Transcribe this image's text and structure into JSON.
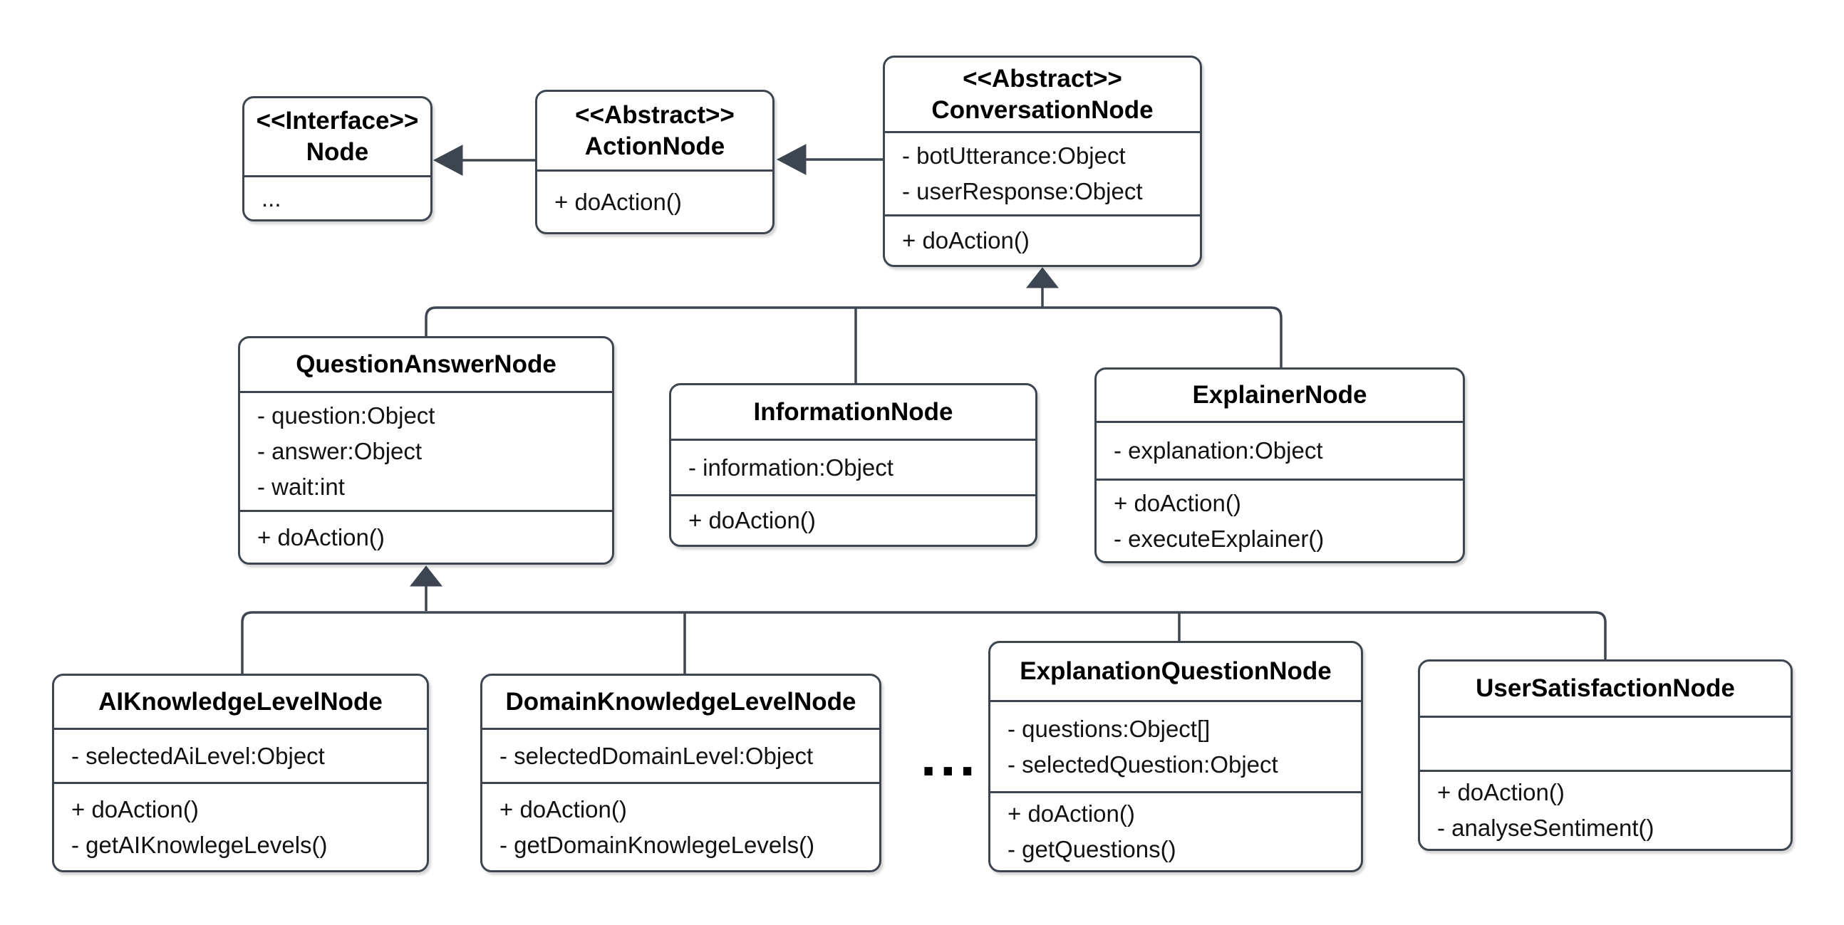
{
  "diagram_type": "uml-class-diagram",
  "colors": {
    "stroke": "#3d4650",
    "text": "#101214",
    "background": "#ffffff"
  },
  "ellipsis": "...",
  "classes": [
    {
      "id": "node",
      "stereotype": "<<Interface>>",
      "name": "Node",
      "attributes": [
        "..."
      ],
      "methods": []
    },
    {
      "id": "action-node",
      "stereotype": "<<Abstract>>",
      "name": "ActionNode",
      "attributes": [],
      "methods": [
        "+ doAction()"
      ]
    },
    {
      "id": "conversation-node",
      "stereotype": "<<Abstract>>",
      "name": "ConversationNode",
      "attributes": [
        "- botUtterance:Object",
        "- userResponse:Object"
      ],
      "methods": [
        "+ doAction()"
      ]
    },
    {
      "id": "question-answer-node",
      "stereotype": "",
      "name": "QuestionAnswerNode",
      "attributes": [
        "- question:Object",
        "- answer:Object",
        "- wait:int"
      ],
      "methods": [
        "+ doAction()"
      ]
    },
    {
      "id": "information-node",
      "stereotype": "",
      "name": "InformationNode",
      "attributes": [
        "- information:Object"
      ],
      "methods": [
        "+ doAction()"
      ]
    },
    {
      "id": "explainer-node",
      "stereotype": "",
      "name": "ExplainerNode",
      "attributes": [
        "- explanation:Object"
      ],
      "methods": [
        "+ doAction()",
        "- executeExplainer()"
      ]
    },
    {
      "id": "ai-knowledge-level-node",
      "stereotype": "",
      "name": "AIKnowledgeLevelNode",
      "attributes": [
        "- selectedAiLevel:Object"
      ],
      "methods": [
        "+ doAction()",
        "- getAIKnowlegeLevels()"
      ]
    },
    {
      "id": "domain-knowledge-level-node",
      "stereotype": "",
      "name": "DomainKnowledgeLevelNode",
      "attributes": [
        "- selectedDomainLevel:Object"
      ],
      "methods": [
        "+ doAction()",
        "- getDomainKnowlegeLevels()"
      ]
    },
    {
      "id": "explanation-question-node",
      "stereotype": "",
      "name": "ExplanationQuestionNode",
      "attributes": [
        "- questions:Object[]",
        "- selectedQuestion:Object"
      ],
      "methods": [
        "+ doAction()",
        "- getQuestions()"
      ]
    },
    {
      "id": "user-satisfaction-node",
      "stereotype": "",
      "name": "UserSatisfactionNode",
      "attributes": [],
      "methods": [
        "+ doAction()",
        "- analyseSentiment()"
      ]
    }
  ],
  "relationships": [
    {
      "type": "association-arrow",
      "from": "ActionNode",
      "to": "Node"
    },
    {
      "type": "association-arrow",
      "from": "ConversationNode",
      "to": "ActionNode"
    },
    {
      "type": "generalization",
      "parent": "ConversationNode",
      "children": [
        "QuestionAnswerNode",
        "InformationNode",
        "ExplainerNode"
      ]
    },
    {
      "type": "generalization",
      "parent": "QuestionAnswerNode",
      "children": [
        "AIKnowledgeLevelNode",
        "DomainKnowledgeLevelNode",
        "ExplanationQuestionNode",
        "UserSatisfactionNode"
      ]
    }
  ]
}
